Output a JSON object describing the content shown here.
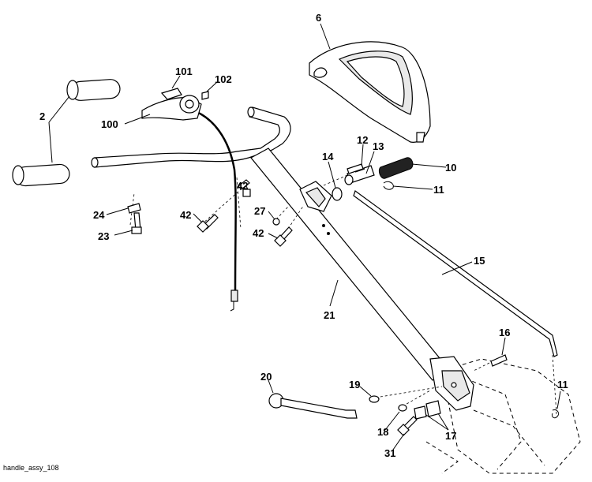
{
  "callouts": {
    "c6": "6",
    "c101": "101",
    "c102": "102",
    "c2": "2",
    "c100": "100",
    "c12": "12",
    "c13": "13",
    "c10": "10",
    "c14": "14",
    "c11a": "11",
    "c42a": "42",
    "c24": "24",
    "c42b": "42",
    "c27": "27",
    "c23": "23",
    "c42c": "42",
    "c15": "15",
    "c21": "21",
    "c16": "16",
    "c20": "20",
    "c19": "19",
    "c11b": "11",
    "c18": "18",
    "c17": "17",
    "c31": "31"
  },
  "caption": "handle_assy_108"
}
